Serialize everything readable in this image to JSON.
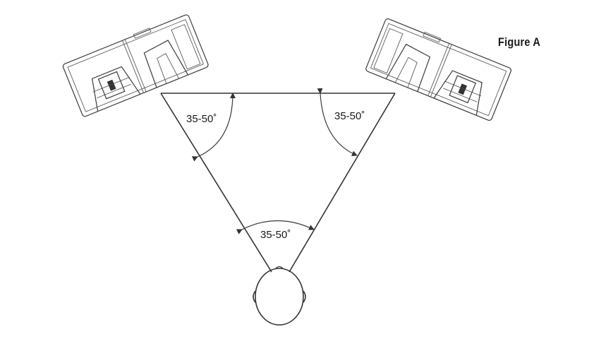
{
  "figure": {
    "title": "Figure A"
  },
  "angles": {
    "left": "35-50˚",
    "right": "35-50˚",
    "bottom": "35-50˚"
  },
  "colors": {
    "line": "#333333",
    "background": "#ffffff"
  }
}
